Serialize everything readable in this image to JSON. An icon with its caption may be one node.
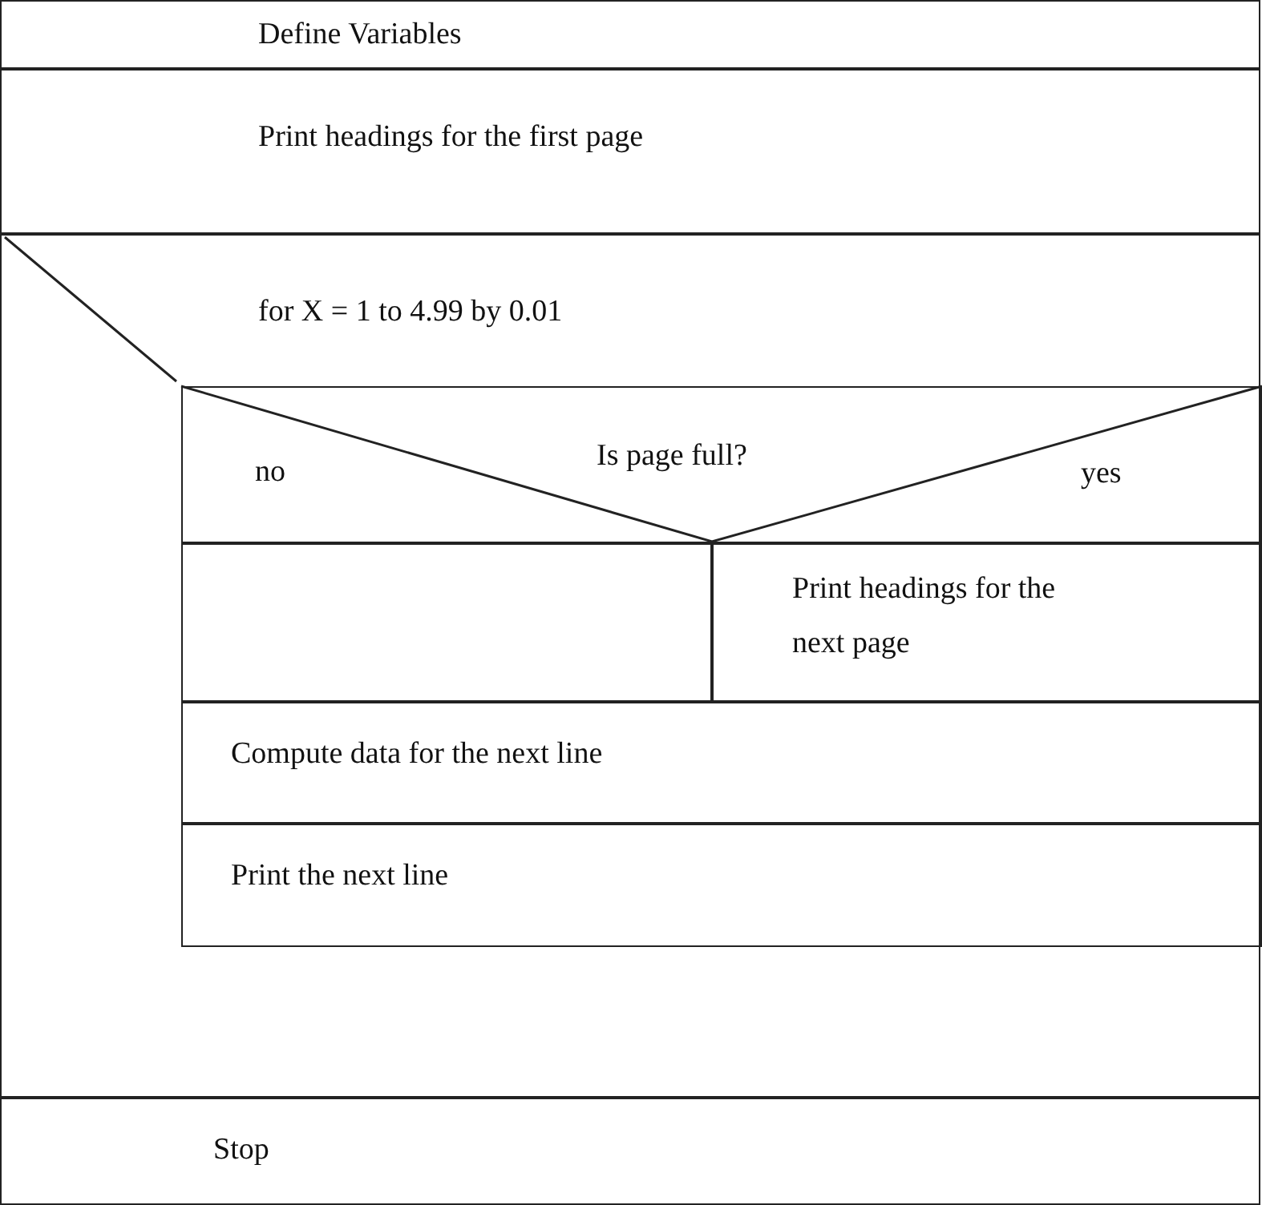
{
  "diagram": {
    "nodes": [
      {
        "text": [
          "Define Variables"
        ]
      },
      {
        "text": [
          "Print headings for the first page"
        ]
      },
      {
        "text": [
          "for X = 1 to 4.99 by 0.01"
        ]
      },
      {
        "text": [
          "Is page full?",
          "no",
          "yes"
        ],
        "in": 2
      },
      {
        "text": [],
        "shape": "box",
        "in": 2
      },
      {
        "text": [
          "Print headings for the next page"
        ],
        "in": 2
      },
      {
        "text": [
          "Compute data for the next line"
        ],
        "in": 2
      },
      {
        "text": [
          "Print the next line"
        ],
        "in": 2
      },
      {
        "text": [
          "Stop"
        ]
      }
    ],
    "edges": []
  }
}
